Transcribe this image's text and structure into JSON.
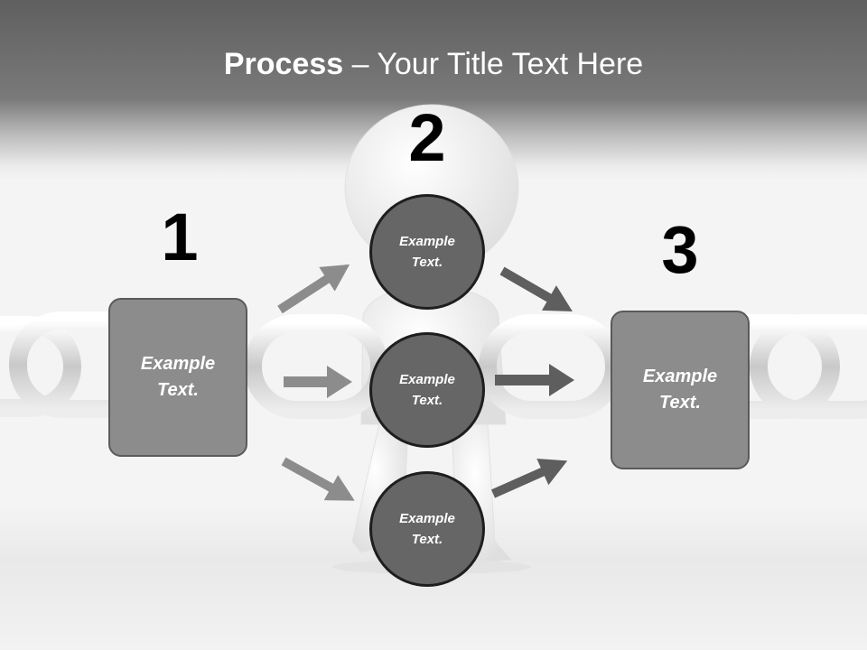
{
  "title": {
    "bold": "Process",
    "rest": " – Your Title Text Here"
  },
  "steps": [
    {
      "number": "1",
      "label": "Example Text."
    },
    {
      "number": "2",
      "label": "Example Text."
    },
    {
      "number": "3",
      "label": "Example Text."
    }
  ],
  "circles": [
    {
      "label": "Example Text."
    },
    {
      "label": "Example Text."
    },
    {
      "label": "Example Text."
    }
  ],
  "colors": {
    "box_fill": "#8c8c8c",
    "circle_fill": "#666666",
    "arrow_light": "#8c8c8c",
    "arrow_dark": "#5e5e5e"
  }
}
